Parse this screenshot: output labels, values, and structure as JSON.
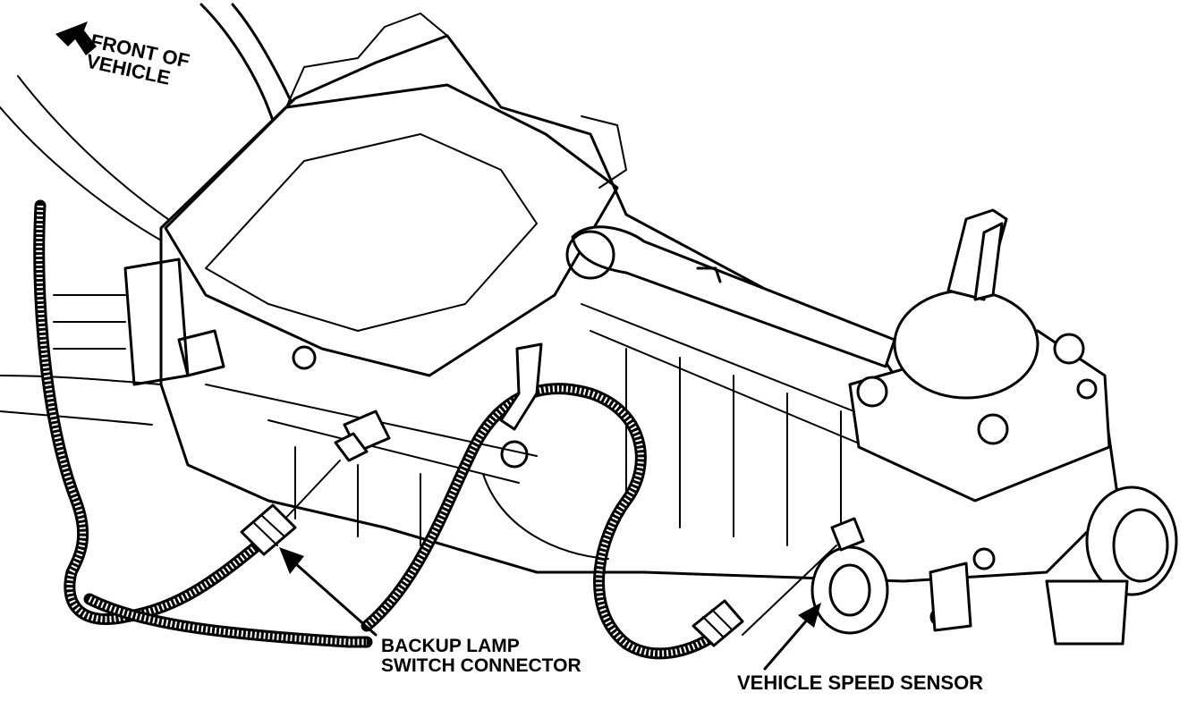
{
  "labels": {
    "front_of_vehicle": "FRONT OF\nVEHICLE",
    "backup_lamp": "BACKUP LAMP\nSWITCH CONNECTOR",
    "vehicle_speed_sensor": "VEHICLE SPEED SENSOR"
  },
  "colors": {
    "ink": "#000000",
    "paper": "#ffffff"
  },
  "icons": {
    "front_direction": "arrow-up-left-icon"
  }
}
